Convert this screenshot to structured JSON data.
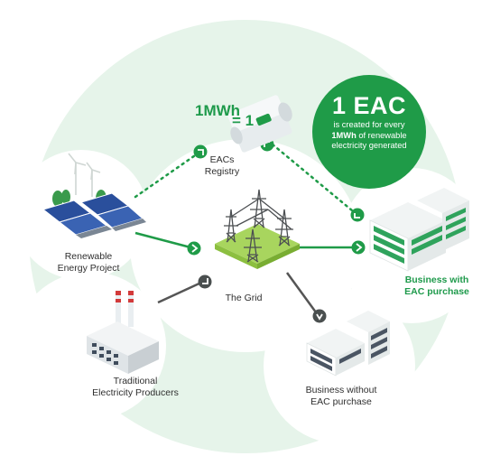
{
  "badge": {
    "title": "1 EAC",
    "line1": "is created for every",
    "line2_bold": "1MWh",
    "line2_rest": " of renewable",
    "line3": "electricity generated"
  },
  "certificate": {
    "mwh": "1MWh",
    "equals": "= 1"
  },
  "nodes": {
    "registry": [
      "EACs",
      "Registry"
    ],
    "renewable": [
      "Renewable",
      "Energy Project"
    ],
    "grid": [
      "The Grid"
    ],
    "traditional": [
      "Traditional",
      "Electricity Producers"
    ],
    "business_eac": [
      "Business with",
      "EAC purchase"
    ],
    "business_no_eac": [
      "Business without",
      "EAC purchase"
    ]
  },
  "colors": {
    "brand_green": "#1f9b48",
    "label_green": "#1e9a4b",
    "dark_node": "#4a4f4f",
    "background_circle": "#e6f4ea"
  },
  "icons": [
    "solar-farm-icon",
    "wind-turbine-icon",
    "power-tower-icon",
    "factory-icon",
    "green-office-icon",
    "grey-office-icon",
    "certificate-scroll-icon",
    "arrow-node-icon"
  ]
}
